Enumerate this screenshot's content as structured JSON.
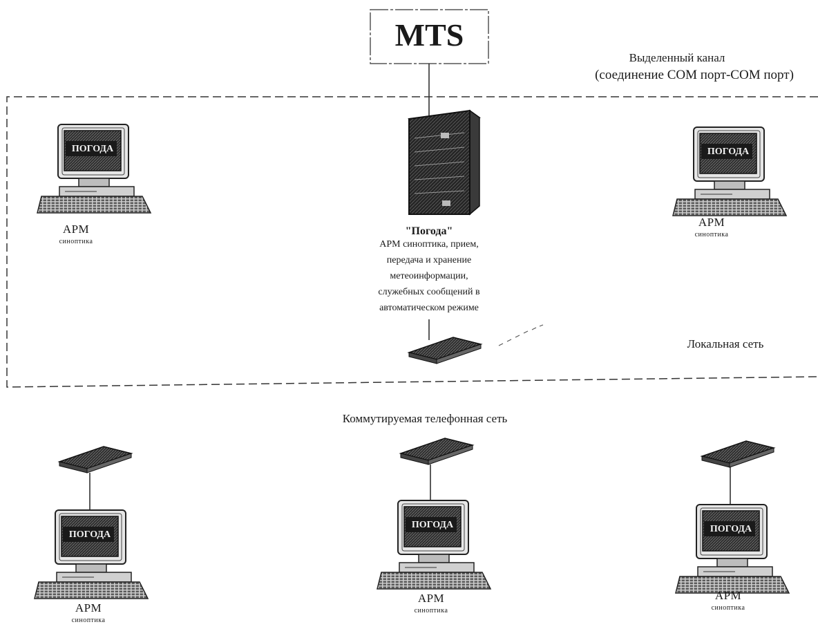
{
  "mts_label": "MTS",
  "leased_channel_line1": "Выделенный канал",
  "leased_channel_line2": "(соединение COM порт-COM порт)",
  "local_network_label": "Локальная сеть",
  "switched_network_label": "Коммутируемая телефонная сеть",
  "screen_text": "ПОГОДА",
  "server": {
    "title": "\"Погода\"",
    "description": [
      "АРМ синоптика, прием,",
      "передача и хранение",
      "метеоинформации,",
      "служебных сообщений в",
      "автоматическом режиме"
    ]
  },
  "workstation": {
    "label": "АРМ",
    "sublabel": "синоптика"
  },
  "workstations": [
    {
      "id": "lan-left",
      "label": "АРМ",
      "sublabel": "синоптика"
    },
    {
      "id": "lan-right",
      "label": "АРМ",
      "sublabel": "синоптика"
    },
    {
      "id": "remote-left",
      "label": "АРМ",
      "sublabel": "синоптика"
    },
    {
      "id": "remote-center",
      "label": "АРМ",
      "sublabel": "синоптика"
    },
    {
      "id": "remote-right",
      "label": "АРМ",
      "sublabel": "синоптика"
    }
  ]
}
